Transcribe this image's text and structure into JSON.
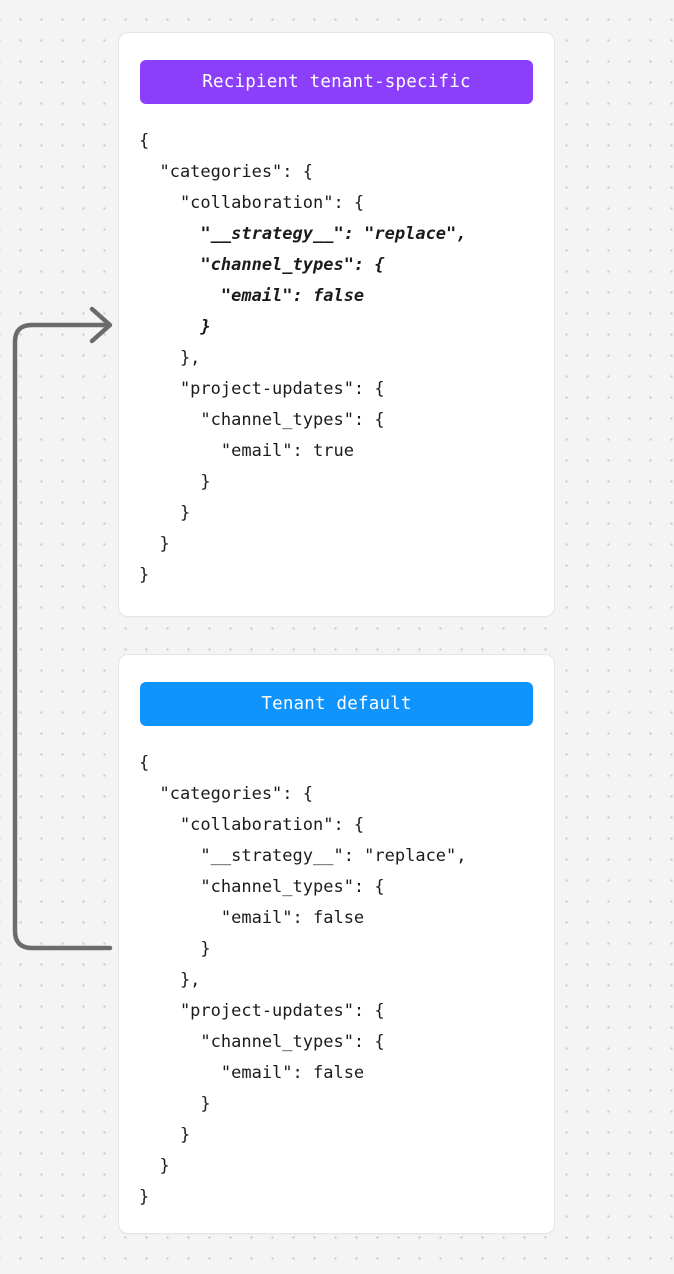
{
  "canvas": {
    "background_color": "#f4f4f4",
    "dot_color": "#c9c9c9"
  },
  "connector": {
    "name": "inherit-arrow",
    "color": "#6b6b6b",
    "direction": "from tenant-default card up to recipient tenant-specific card",
    "label": ""
  },
  "cards": [
    {
      "id": "recipient-tenant-specific",
      "header": {
        "label": "Recipient tenant-specific",
        "accent_color": "#8b3ffb"
      },
      "code_lines": [
        {
          "text": "{",
          "emphasis": false
        },
        {
          "text": "  \"categories\": {",
          "emphasis": false
        },
        {
          "text": "    \"collaboration\": {",
          "emphasis": false
        },
        {
          "text": "      \"__strategy__\": \"replace\",",
          "emphasis": true
        },
        {
          "text": "      \"channel_types\": {",
          "emphasis": true
        },
        {
          "text": "        \"email\": false",
          "emphasis": true
        },
        {
          "text": "      }",
          "emphasis": true
        },
        {
          "text": "    },",
          "emphasis": false
        },
        {
          "text": "    \"project-updates\": {",
          "emphasis": false
        },
        {
          "text": "      \"channel_types\": {",
          "emphasis": false
        },
        {
          "text": "        \"email\": true",
          "emphasis": false
        },
        {
          "text": "      }",
          "emphasis": false
        },
        {
          "text": "    }",
          "emphasis": false
        },
        {
          "text": "  }",
          "emphasis": false
        },
        {
          "text": "}",
          "emphasis": false
        }
      ]
    },
    {
      "id": "tenant-default",
      "header": {
        "label": "Tenant default",
        "accent_color": "#0f93fd"
      },
      "code_lines": [
        {
          "text": "{",
          "emphasis": false
        },
        {
          "text": "  \"categories\": {",
          "emphasis": false
        },
        {
          "text": "    \"collaboration\": {",
          "emphasis": false
        },
        {
          "text": "      \"__strategy__\": \"replace\",",
          "emphasis": false
        },
        {
          "text": "      \"channel_types\": {",
          "emphasis": false
        },
        {
          "text": "        \"email\": false",
          "emphasis": false
        },
        {
          "text": "      }",
          "emphasis": false
        },
        {
          "text": "    },",
          "emphasis": false
        },
        {
          "text": "    \"project-updates\": {",
          "emphasis": false
        },
        {
          "text": "      \"channel_types\": {",
          "emphasis": false
        },
        {
          "text": "        \"email\": false",
          "emphasis": false
        },
        {
          "text": "      }",
          "emphasis": false
        },
        {
          "text": "    }",
          "emphasis": false
        },
        {
          "text": "  }",
          "emphasis": false
        },
        {
          "text": "}",
          "emphasis": false
        }
      ]
    }
  ]
}
